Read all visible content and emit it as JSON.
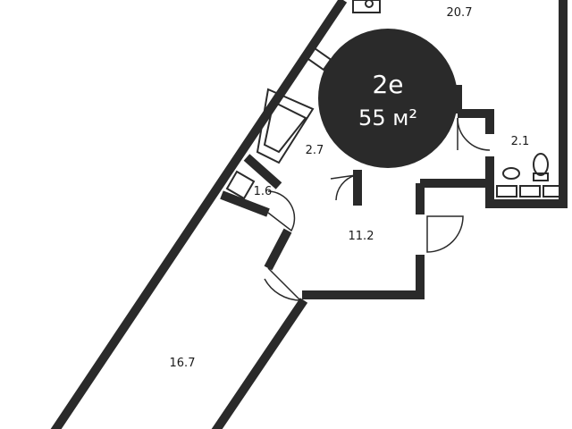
{
  "badge": {
    "unit_type": "2е",
    "area": "55 м²",
    "fill_color": "#2a2a2a"
  },
  "rooms": {
    "top_right_room": "20.7",
    "bathroom": "2.7",
    "closet": "1.6",
    "toilet": "2.1",
    "hallway": "11.2",
    "loggia_room": "16.7"
  },
  "colors": {
    "walls": "#2a2a2a",
    "background": "#ffffff"
  }
}
